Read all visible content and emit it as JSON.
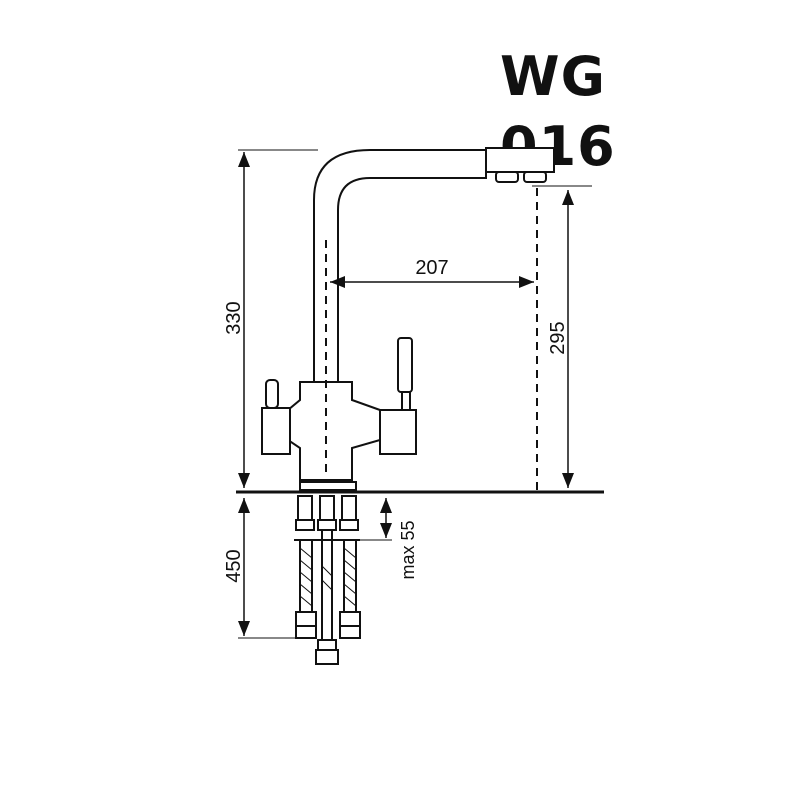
{
  "title": "WG 016",
  "dimensions": {
    "total_height": "330",
    "spout_reach": "207",
    "spout_height": "295",
    "hose_length": "450",
    "max_mount": "max 55"
  },
  "colors": {
    "line": "#111111",
    "background": "#ffffff"
  }
}
